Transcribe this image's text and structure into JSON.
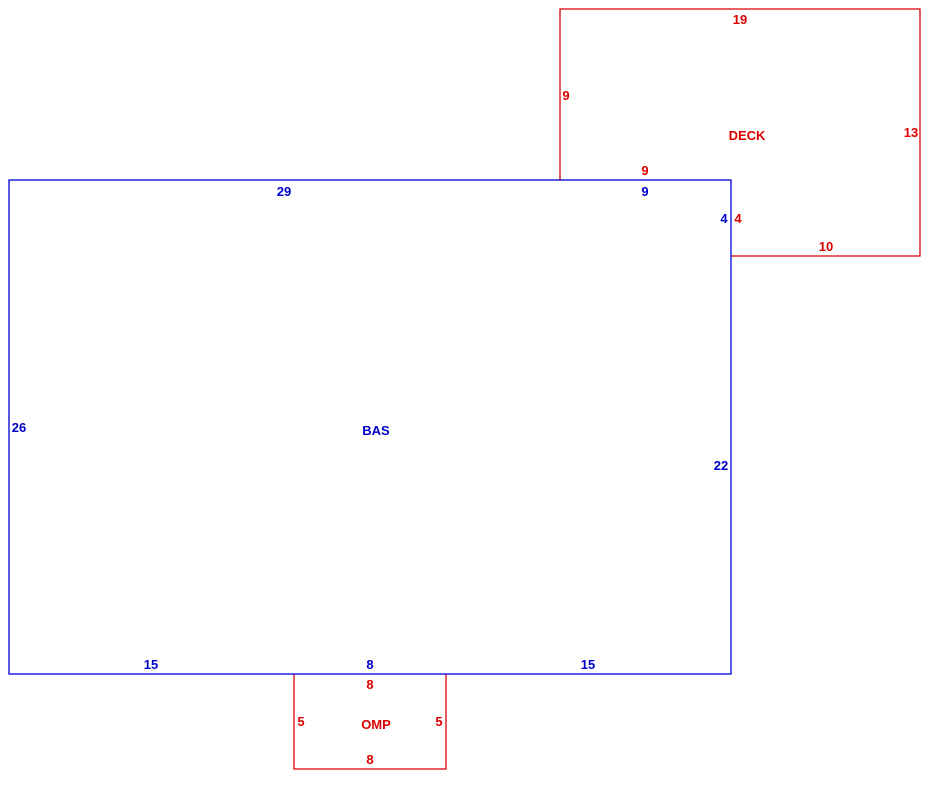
{
  "colors": {
    "main_area": "#0000cc",
    "additions": "#dd0000"
  },
  "areas": {
    "bas": {
      "label": "BAS",
      "dims": {
        "top_left": "29",
        "top_right": "9",
        "right_upper": "4",
        "right_lower": "22",
        "left": "26",
        "bottom_left": "15",
        "bottom_mid": "8",
        "bottom_right": "15"
      }
    },
    "deck": {
      "label": "DECK",
      "dims": {
        "top": "19",
        "left": "9",
        "right": "13",
        "bottom": "10",
        "inner_bottom": "9",
        "inner_left": "4"
      }
    },
    "omp": {
      "label": "OMP",
      "dims": {
        "top": "8",
        "left": "5",
        "right": "5",
        "bottom": "8"
      }
    }
  }
}
